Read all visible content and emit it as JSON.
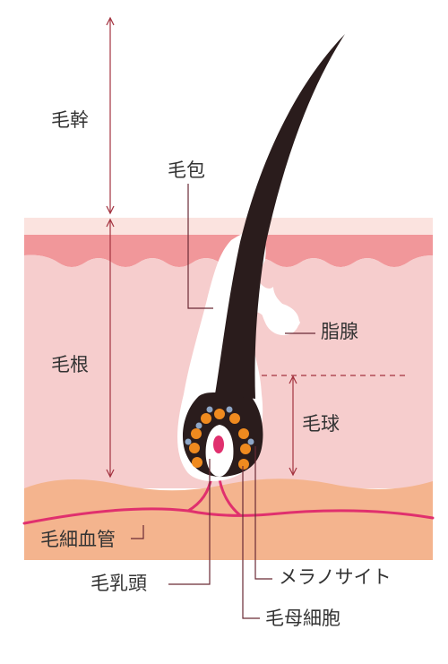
{
  "labels": {
    "hair_shaft": "毛幹",
    "hair_follicle": "毛包",
    "sebaceous_gland": "脂腺",
    "hair_root": "毛根",
    "hair_bulb": "毛球",
    "capillaries": "毛細血管",
    "dermal_papilla": "毛乳頭",
    "melanocyte": "メラノサイト",
    "matrix_cells": "毛母細胞"
  },
  "colors": {
    "epidermis_top": "#fbe3df",
    "epidermis_band": "#f1979a",
    "dermis": "#f6cdcd",
    "subcutaneous": "#f4b48e",
    "hair": "#2a1c1c",
    "blood_vessel": "#e0306e",
    "matrix_cell": "#ef8a1f",
    "melanocyte": "#8ea6c6",
    "guide_line": "#a63a4a",
    "arrow": "#a3323f"
  }
}
